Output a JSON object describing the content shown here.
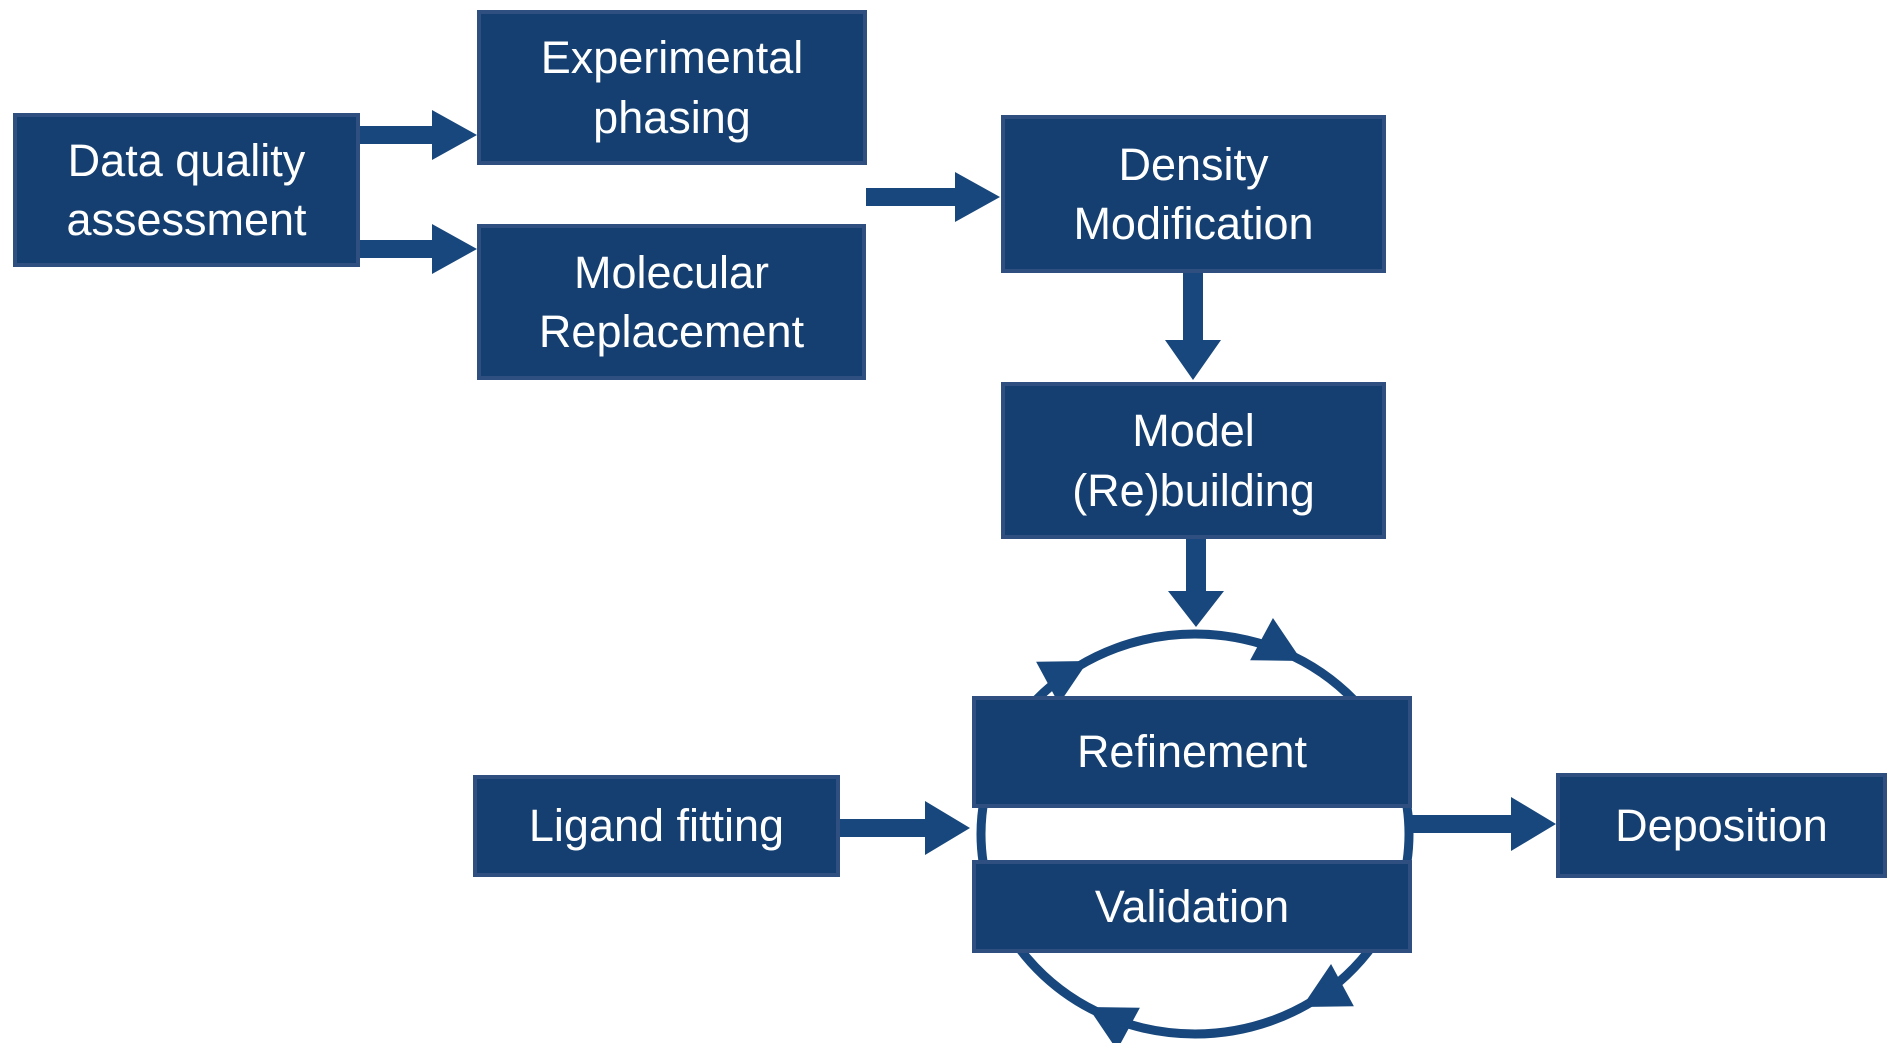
{
  "diagram": {
    "background": "#ffffff",
    "colors": {
      "box_fill": "#143f70",
      "box_border": "#2e4f80",
      "arrow": "#17477c",
      "text_color": "#ffffff"
    },
    "nodes": {
      "data_quality": {
        "label": "Data quality\nassessment"
      },
      "experimental_phasing": {
        "label": "Experimental\nphasing"
      },
      "molecular_replacement": {
        "label": "Molecular\nReplacement"
      },
      "density_modification": {
        "label": "Density\nModification"
      },
      "model_rebuilding": {
        "label": "Model\n(Re)building"
      },
      "refinement": {
        "label": "Refinement"
      },
      "validation": {
        "label": "Validation"
      },
      "ligand_fitting": {
        "label": "Ligand fitting"
      },
      "deposition": {
        "label": "Deposition"
      }
    },
    "edges": [
      {
        "from": "data_quality",
        "to": "experimental_phasing"
      },
      {
        "from": "data_quality",
        "to": "molecular_replacement"
      },
      {
        "from": "experimental_phasing / molecular_replacement",
        "to": "density_modification"
      },
      {
        "from": "density_modification",
        "to": "model_rebuilding"
      },
      {
        "from": "model_rebuilding",
        "to": "refinement_validation_cycle"
      },
      {
        "from": "ligand_fitting",
        "to": "refinement_validation_cycle"
      },
      {
        "from": "refinement_validation_cycle",
        "to": "deposition"
      }
    ],
    "cycle": {
      "members": [
        "refinement",
        "validation"
      ],
      "direction": "clockwise",
      "arrowhead_count": 4
    }
  }
}
